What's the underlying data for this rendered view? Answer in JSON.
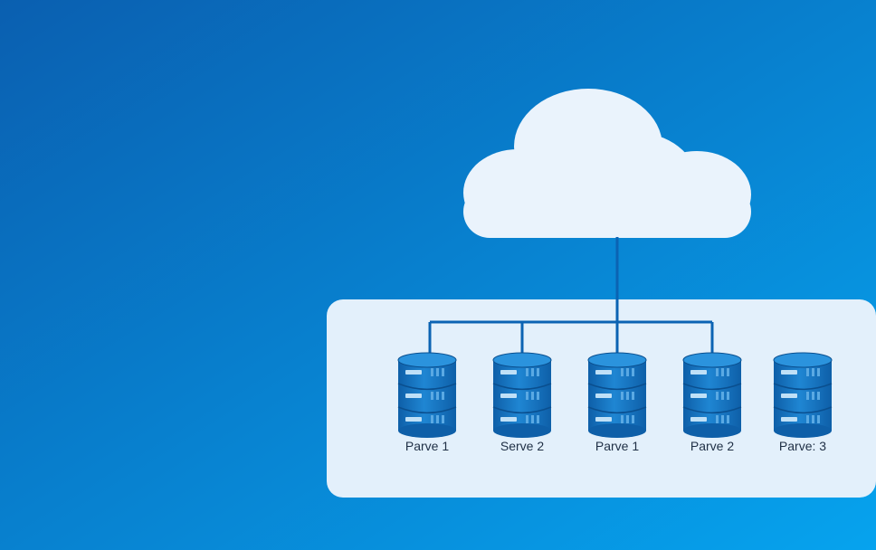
{
  "colors": {
    "background_top_left": "#0a5fb0",
    "background_bottom_right": "#06a3ee",
    "panel": "#e3f0fb",
    "cloud": "#eaf3fc",
    "connector": "#0b63b3",
    "server_body": "#1a7cc9",
    "server_dark": "#0e5fa8",
    "server_light": "#bfe0f7"
  },
  "icons": {
    "cloud": "cloud-icon",
    "server": "server-icon"
  },
  "servers": [
    {
      "label": "Parve 1",
      "connected": true
    },
    {
      "label": "Serve 2",
      "connected": true
    },
    {
      "label": "Parve 1",
      "connected": true
    },
    {
      "label": "Parve 2",
      "connected": true
    },
    {
      "label": "Parve: 3",
      "connected": false
    }
  ]
}
